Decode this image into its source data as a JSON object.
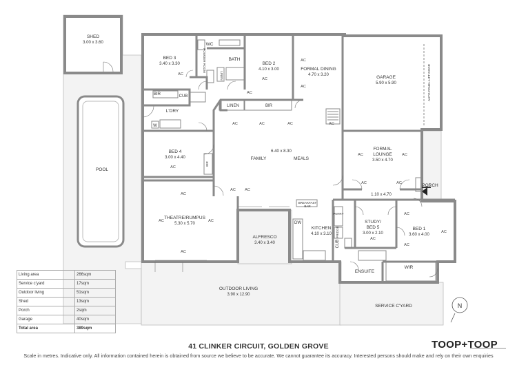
{
  "title": "41 CLINKER CIRCUIT, GOLDEN GROVE",
  "brand": "TOOP+TOOP",
  "disclaimer": "Scale in metres. Indicative only. All information contained herein is obtained from source we believe to be accurate. We cannot guarantee its accuracy. Interested persons should make and rely on their own enquiries",
  "ac_label": "AC",
  "rooms": {
    "shed": {
      "name": "SHED",
      "size": "3.00 x 3.60"
    },
    "bed3": {
      "name": "BED 3",
      "size": "3.40 x 3.30"
    },
    "wc": "WC",
    "powder_room": "POWDER ROOM",
    "bath": "BATH",
    "linen_small": "LINEN",
    "bed2": {
      "name": "BED 2",
      "size": "4.10 x 3.00"
    },
    "formal_dining": {
      "name": "FORMAL DINING",
      "size": "4.70 x 3.20"
    },
    "garage": {
      "name": "GARAGE",
      "size": "5.90 x 5.90"
    },
    "garage_door": "AUTO-PANEL-LIFT-DOOR",
    "bir_bed3": "BIR",
    "cub_bed3": "CUB",
    "linen": "LINEN",
    "bir_bed2": "BIR",
    "ldry": "L'DRY",
    "w": "W",
    "pool": "POOL",
    "bed4": {
      "name": "BED 4",
      "size": "3.00 x 4.40"
    },
    "bir_bed4": "BIR",
    "family": "FAMILY",
    "family_size": "6.40 x 8.30",
    "meals": "MEALS",
    "formal_lounge": {
      "name": "FORMAL LOUNGE",
      "size": "3.50 x 4.70"
    },
    "entry_size": "1.10 x 4.70",
    "porch": "PORCH",
    "theatre": {
      "name": "THEATRE/RUMPUS",
      "size": "5.30 x 5.70"
    },
    "breakfast_bar": "BREAKFAST BAR",
    "pntry": "PNTRY",
    "fridge": "FRIDGE",
    "dw": "DW",
    "alfresco": {
      "name": "ALFRESCO",
      "size": "3.40 x 3.40"
    },
    "kitchen": {
      "name": "KITCHEN",
      "size": "4.10 x 3.10"
    },
    "cub_kitchen": "CUB",
    "study": {
      "name": "STUDY/ BED 5",
      "size": "3.00 x 2.10"
    },
    "bed1": {
      "name": "BED 1",
      "size": "3.60 x 4.00"
    },
    "ensuite": "ENSUITE",
    "wir": "WIR",
    "outdoor_living": {
      "name": "OUTDOOR LIVING",
      "size": "3.90 x 12.90"
    },
    "service_yard": "SERVICE C'YARD",
    "compass": "N"
  },
  "areas": [
    {
      "label": "Living area",
      "value": "266sqm"
    },
    {
      "label": "Service c'yard",
      "value": "17sqm"
    },
    {
      "label": "Outdoor living",
      "value": "51sqm"
    },
    {
      "label": "Shed",
      "value": "13sqm"
    },
    {
      "label": "Porch",
      "value": "2sqm"
    },
    {
      "label": "Garage",
      "value": "40sqm"
    },
    {
      "label": "Total area",
      "value": "389sqm"
    }
  ]
}
